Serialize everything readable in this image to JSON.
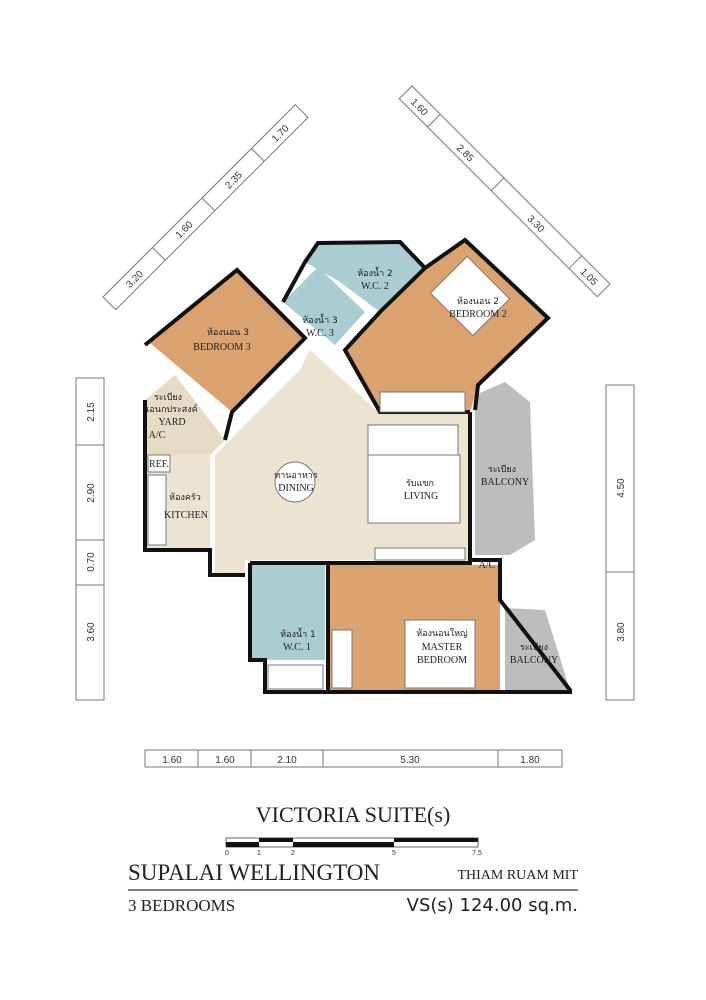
{
  "dimensions": {
    "top_left": [
      "3.20",
      "1.60",
      "2.35",
      "1.70"
    ],
    "top_right": [
      "1.60",
      "2.85",
      "3.30",
      "1.05"
    ],
    "left": [
      "2.15",
      "2.90",
      "0.70",
      "3.60"
    ],
    "right": [
      "4.50",
      "3.80"
    ],
    "bottom": [
      "1.60",
      "1.60",
      "2.10",
      "5.30",
      "1.80"
    ]
  },
  "rooms": {
    "bedroom3": {
      "th": "ห้องนอน 3",
      "en": "BEDROOM 3"
    },
    "wc3": {
      "th": "ห้องน้ำ 3",
      "en": "W.C. 3"
    },
    "wc2": {
      "th": "ห้องน้ำ 2",
      "en": "W.C. 2"
    },
    "bedroom2": {
      "th": "ห้องนอน 2",
      "en": "BEDROOM 2"
    },
    "yard": {
      "th1": "ระเบียง",
      "th2": "เอนกประสงค์",
      "en": "YARD",
      "ac": "A/C"
    },
    "kitchen": {
      "th": "ห้องครัว",
      "en": "KITCHEN",
      "ref": "REF."
    },
    "dining": {
      "th": "ทานอาหาร",
      "en": "DINING"
    },
    "living": {
      "th": "รับแขก",
      "en": "LIVING"
    },
    "balcony_upper": {
      "th": "ระเบียง",
      "en": "BALCONY"
    },
    "wc1": {
      "th": "ห้องน้ำ 1",
      "en": "W.C. 1"
    },
    "master": {
      "th": "ห้องนอนใหญ่",
      "en1": "MASTER",
      "en2": "BEDROOM"
    },
    "balcony_lower": {
      "th": "ระเบียง",
      "en": "BALCONY"
    },
    "ac_lower": "A/C"
  },
  "scale_bar": {
    "ticks": [
      "0",
      "1",
      "2",
      "5",
      "7.5"
    ]
  },
  "title": {
    "unit_type": "VICTORIA SUITE(s)",
    "project": "SUPALAI WELLINGTON",
    "location": "THIAM RUAM MIT",
    "bedrooms": "3 BEDROOMS",
    "area": "VS(s) 124.00 sq.m."
  },
  "colors": {
    "wood": "#d9a26e",
    "tile": "#a9cdd0",
    "floor": "#ece3d0",
    "balcony": "#bdbdbd",
    "wall": "#111111"
  }
}
